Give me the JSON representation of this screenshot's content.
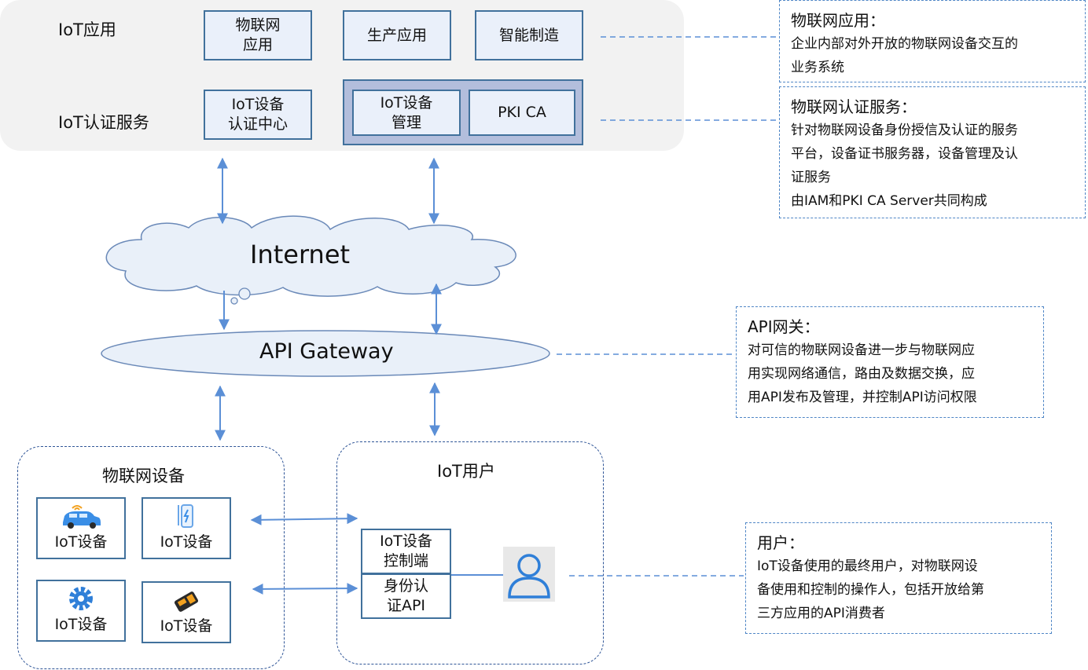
{
  "colors": {
    "border_blue": "#41719c",
    "box_fill": "#eaf0fa",
    "group_fill": "#b3bedc",
    "arrow_blue": "#5b8fd6",
    "panel_gray": "#f2f2f2",
    "cloud_fill": "#e9f0f9"
  },
  "layers": {
    "iot_app": "IoT应用",
    "iot_auth": "IoT认证服务"
  },
  "apps": {
    "iot_app": "物联网\n应用",
    "production_app": "生产应用",
    "smart_mfg": "智能制造"
  },
  "auth": {
    "device_auth_center": "IoT设备\n认证中心",
    "device_mgmt": "IoT设备\n管理",
    "pki_ca": "PKI CA"
  },
  "internet": {
    "label": "Internet"
  },
  "api_gateway": {
    "label": "API Gateway"
  },
  "devices_group": {
    "title": "物联网设备",
    "devices": [
      {
        "label": "IoT设备",
        "icon": "car-icon"
      },
      {
        "label": "IoT设备",
        "icon": "charger-icon"
      },
      {
        "label": "IoT设备",
        "icon": "gear-icon"
      },
      {
        "label": "IoT设备",
        "icon": "handheld-device-icon"
      }
    ]
  },
  "users_group": {
    "title": "IoT用户",
    "device_control": "IoT设备\n控制端",
    "identity_api": "身份认\n证API",
    "user_icon": "user-icon"
  },
  "notes": {
    "iot_app": {
      "title": "物联网应用：",
      "body": "企业内部对外开放的物联网设备交互的\n业务系统"
    },
    "iot_auth": {
      "title": "物联网认证服务：",
      "body": "针对物联网设备身份授信及认证的服务\n平台，设备证书服务器，设备管理及认\n证服务\n由IAM和PKI CA Server共同构成"
    },
    "api_gateway": {
      "title": "API网关：",
      "body": "对可信的物联网设备进一步与物联网应\n用实现网络通信，路由及数据交换，应\n用API发布及管理，并控制API访问权限"
    },
    "user": {
      "title": "用户：",
      "body": "IoT设备使用的最终用户，对物联网设\n备使用和控制的操作人，包括开放给第\n三方应用的API消费者"
    }
  }
}
